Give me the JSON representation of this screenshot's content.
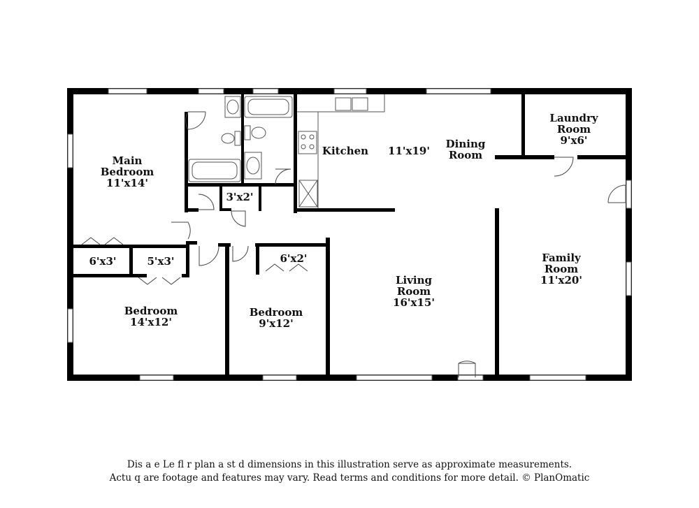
{
  "rooms": {
    "main_bedroom": {
      "name_line1": "Main",
      "name_line2": "Bedroom",
      "dims": "11'x14'"
    },
    "closet_a": {
      "dims": "3'x2'"
    },
    "closet_b": {
      "dims": "6'x3'"
    },
    "closet_c": {
      "dims": "5'x3'"
    },
    "closet_d": {
      "dims": "6'x2'"
    },
    "kitchen": {
      "name": "Kitchen"
    },
    "kitchen_dining": {
      "dims": "11'x19'"
    },
    "dining_room": {
      "name_line1": "Dining",
      "name_line2": "Room"
    },
    "laundry_room": {
      "name_line1": "Laundry",
      "name_line2": "Room",
      "dims": "9'x6'"
    },
    "family_room": {
      "name_line1": "Family",
      "name_line2": "Room",
      "dims": "11'x20'"
    },
    "living_room": {
      "name_line1": "Living",
      "name_line2": "Room",
      "dims": "16'x15'"
    },
    "bedroom_2": {
      "name": "Bedroom",
      "dims": "14'x12'"
    },
    "bedroom_3": {
      "name": "Bedroom",
      "dims": "9'x12'"
    }
  },
  "disclaimer": {
    "line1": "Dis a  e  Le fl   r plan a  st  d dimensions in this illustration serve as approximate measurements.",
    "line2": "Actu   q  are footage and features may vary. Read terms and conditions for more detail. © PlanOmatic"
  }
}
